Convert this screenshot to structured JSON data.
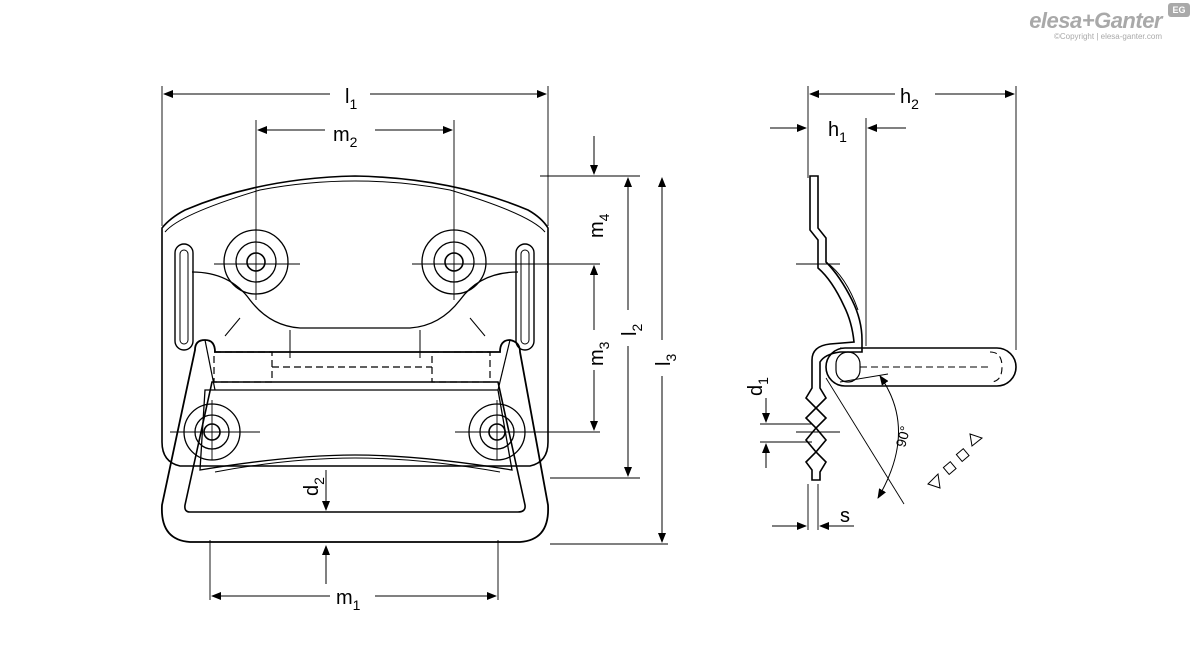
{
  "brand": {
    "name": "elesa+Ganter",
    "copyright": "©Copyright | elesa-ganter.com",
    "badge": "EG"
  },
  "front_view": {
    "dimensions": {
      "l1": {
        "main": "l",
        "sub": "1"
      },
      "m2": {
        "main": "m",
        "sub": "2"
      },
      "m4": {
        "main": "m",
        "sub": "4"
      },
      "m3": {
        "main": "m",
        "sub": "3"
      },
      "l2": {
        "main": "l",
        "sub": "2"
      },
      "l3": {
        "main": "l",
        "sub": "3"
      },
      "d2": {
        "main": "d",
        "sub": "2"
      },
      "m1": {
        "main": "m",
        "sub": "1"
      }
    }
  },
  "side_view": {
    "dimensions": {
      "h2": {
        "main": "h",
        "sub": "2"
      },
      "h1": {
        "main": "h",
        "sub": "1"
      },
      "d1": {
        "main": "d",
        "sub": "1"
      },
      "s": {
        "main": "s",
        "sub": ""
      }
    },
    "angle": "90°"
  }
}
